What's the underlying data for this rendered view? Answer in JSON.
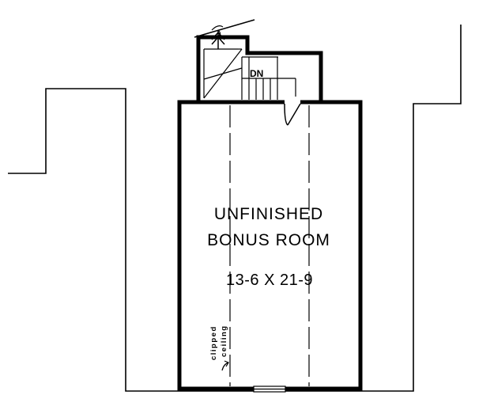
{
  "room": {
    "name_line1": "UNFINISHED",
    "name_line2": "BONUS ROOM",
    "dimensions": "13-6 X 21-9"
  },
  "stair": {
    "direction_label": "DN"
  },
  "ceiling_note": {
    "line1": "clipped",
    "line2": "ceiling"
  }
}
